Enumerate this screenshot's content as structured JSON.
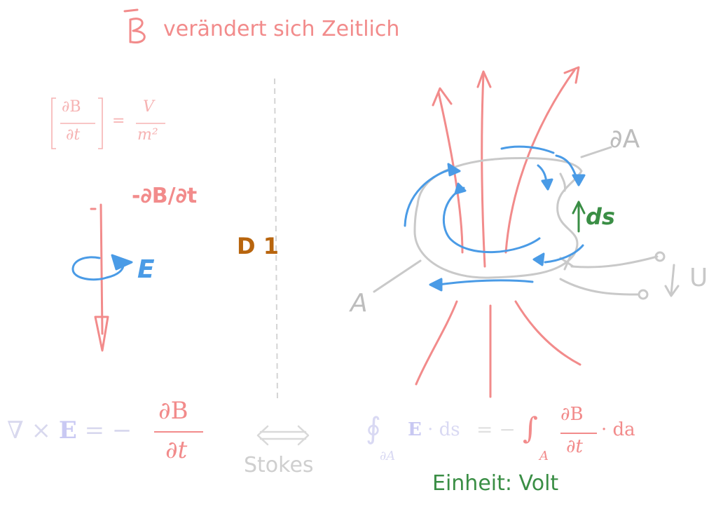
{
  "header": {
    "title_symbol": "B",
    "title_text": "verändert sich Zeitlich"
  },
  "units_equation": {
    "lhs_numerator": "∂B",
    "lhs_denominator": "∂t",
    "equals": "=",
    "rhs_numerator": "V",
    "rhs_denominator": "m²"
  },
  "left_sketch": {
    "derivative_label": "-∂B/∂t",
    "field_label": "E"
  },
  "middle": {
    "divider_label": "D 1"
  },
  "right_sketch": {
    "boundary_label": "∂A",
    "area_label": "A",
    "line_element_label": "ds",
    "voltage_label": "U"
  },
  "differential_form": {
    "lhs": "∇ × ",
    "lhs_E": "E",
    "equals": " = −",
    "numerator": "∂B",
    "denominator": "∂t"
  },
  "equivalence": {
    "arrow": "⟺",
    "label": "Stokes"
  },
  "integral_form": {
    "closed_integral": "∮",
    "closed_sub": "∂A",
    "integrand_E": "E",
    "integrand_rest": " · ds",
    "equals": "= −",
    "surface_integral": "∫",
    "surface_sub": "A",
    "numerator": "∂B",
    "denominator": "∂t",
    "da": "· da"
  },
  "unit_note": "Einheit: Volt",
  "colors": {
    "red": "#f28b8b",
    "blue": "#4a9be6",
    "green": "#3a8e45",
    "gray": "#bdbdbd",
    "orange": "#b8650e"
  }
}
